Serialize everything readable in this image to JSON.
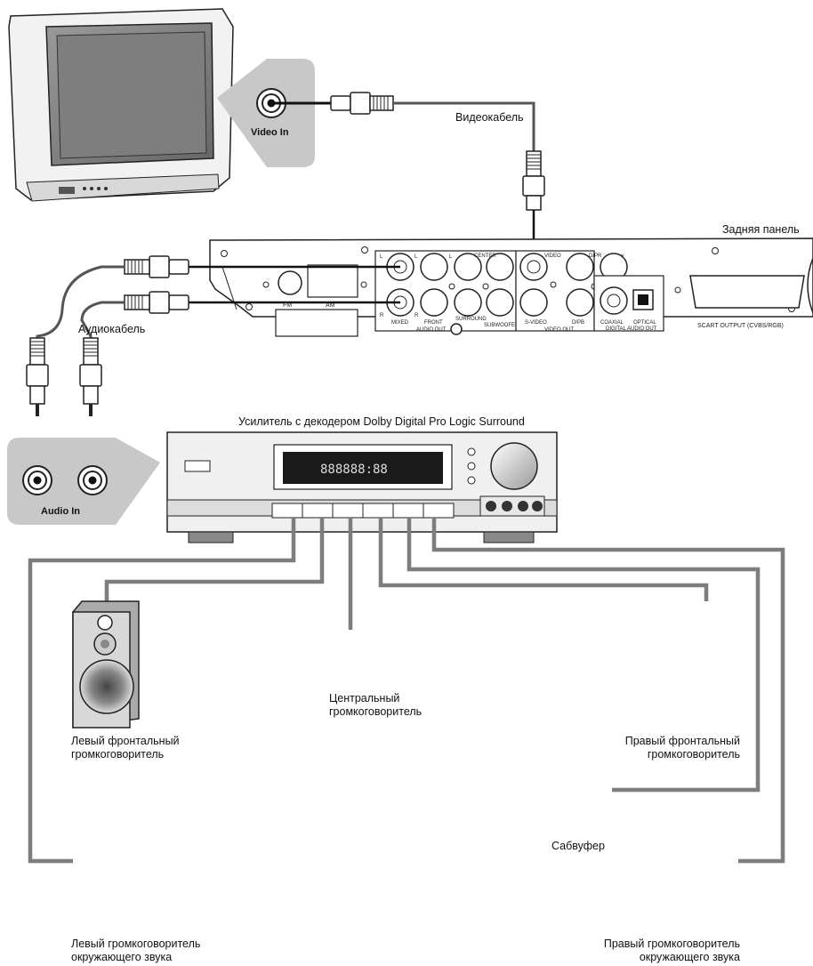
{
  "tv": {
    "video_in_label": "Video In"
  },
  "cables": {
    "video": "Видеокабель",
    "audio": "Аудиокабель"
  },
  "player": {
    "panel_label": "Задняя панель",
    "fm": "FM",
    "am": "AM",
    "audio_out": "AUDIO OUT",
    "video_out": "VIDEO OUT",
    "jack_L": "L",
    "jack_R": "R",
    "mixed": "MIXED",
    "front": "FRONT",
    "center": "CENTER",
    "surround": "SURROUND",
    "subwoofer": "SUBWOOFER",
    "video": "VIDEO",
    "svideo": "S-VIDEO",
    "dpr": "D/PR",
    "dpb": "D/PB",
    "y": "Y",
    "coaxial": "COAXIAL",
    "optical": "OPTICAL",
    "digital_audio_out": "DIGITAL AUDIO OUT",
    "scart": "SCART  OUTPUT  (CVBS/RGB)"
  },
  "amplifier": {
    "title": "Усилитель с декодером Dolby Digital Pro Logic Surround",
    "audio_in_label": "Audio In"
  },
  "speakers": {
    "front_left": [
      "Левый фронтальный",
      "громкоговоритель"
    ],
    "center": [
      "Центральный",
      "громкоговоритель"
    ],
    "front_right": [
      "Правый фронтальный",
      "громкоговоритель"
    ],
    "subwoofer": "Сабвуфер",
    "surround_left": [
      "Левый громкоговоритель",
      "окружающего звука"
    ],
    "surround_right": [
      "Правый громкоговоритель",
      "окружающего звука"
    ]
  }
}
